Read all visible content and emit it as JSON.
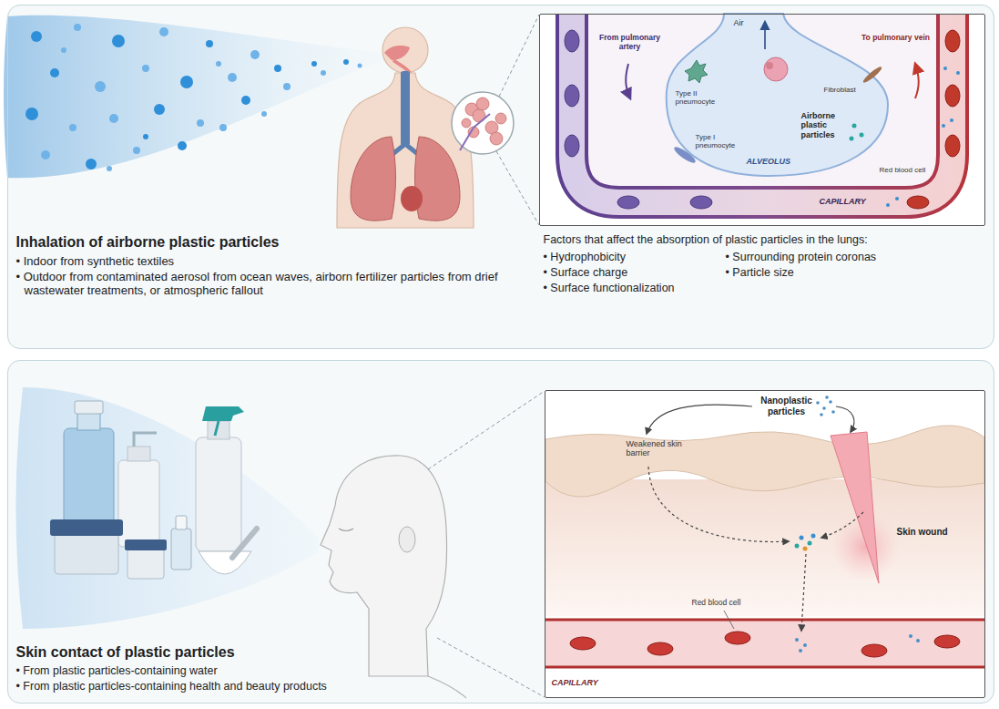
{
  "diagram": {
    "nodes": [
      {
        "text": [
          "Inhalation of airborne plastic particles",
          "• Indoor from synthetic textiles",
          "• Outdoor from contaminated aerosol from ocean waves, airborn fertilizer particles from drief wastewater treatments, or atmospheric fallout",
          "Factors that affect the absorption of plastic particles in the lungs:",
          "• Hydrophobicity",
          "• Surrounding protein coronas",
          "• Surface charge",
          "• Particle size",
          "• Surface functionalization"
        ]
      },
      {
        "text": [
          "Air",
          "From pulmonary artery",
          "To pulmonary vein",
          "Fibroblast",
          "Type II pneumocyte",
          "Airborne plastic particles",
          "Type I pneumocyte",
          "Red blood cell",
          "ALVEOLUS",
          "CAPILLARY"
        ],
        "in": 0
      },
      {
        "text": [
          "Skin contact of plastic particles",
          "• From plastic particles-containing water",
          "• From plastic particles-containing health and beauty products"
        ]
      },
      {
        "text": [
          "Nanoplastic particles",
          "Weakened skin barrier",
          "Skin wound",
          "Red blood cell",
          "CAPILLARY"
        ],
        "in": 2
      }
    ]
  }
}
